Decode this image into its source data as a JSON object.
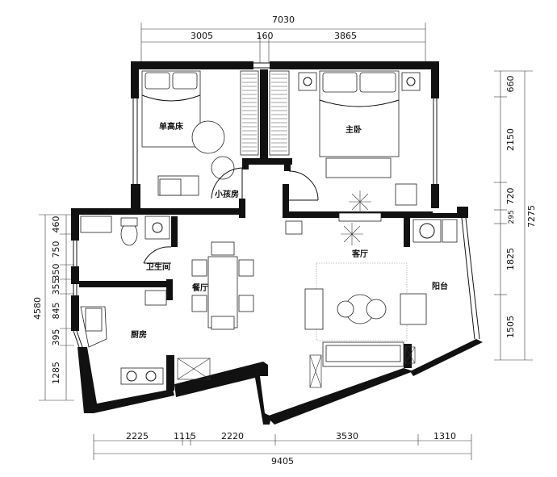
{
  "dimensions": {
    "top_total": "7030",
    "top_left": "3005",
    "top_mid": "160",
    "top_right": "3865",
    "bottom_1": "2225",
    "bottom_2": "1115",
    "bottom_3": "2220",
    "bottom_4": "3530",
    "bottom_5": "1310",
    "bottom_total": "9405",
    "right_1": "660",
    "right_2": "2150",
    "right_3": "720",
    "right_4": "295",
    "right_5": "1825",
    "right_6": "1505",
    "right_total": "7275",
    "left_total": "4580",
    "left_1": "460",
    "left_2": "750",
    "left_3": "350",
    "left_4": "355",
    "left_5": "845",
    "left_6": "395",
    "left_7": "1285"
  },
  "rooms": {
    "single_bedroom": "单高床",
    "master_bedroom": "主卧",
    "kids_room": "小孩房",
    "bathroom": "卫生间",
    "dining": "餐厅",
    "living": "客厅",
    "kitchen": "厨房",
    "balcony": "阳台"
  }
}
